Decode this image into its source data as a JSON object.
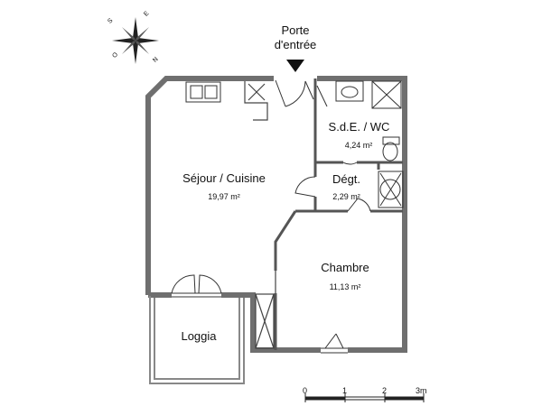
{
  "entrance": {
    "line1": "Porte",
    "line2": "d'entrée"
  },
  "rooms": [
    {
      "name": "Séjour / Cuisine",
      "area": "19,97 m²"
    },
    {
      "name": "S.d.E. / WC",
      "area": "4,24 m²"
    },
    {
      "name": "Dégt.",
      "area": "2,29 m²"
    },
    {
      "name": "Chambre",
      "area": "11,13 m²"
    },
    {
      "name": "Loggia",
      "area": ""
    }
  ],
  "compass": {
    "letters": [
      "S",
      "E",
      "O",
      "N"
    ]
  },
  "scale": {
    "ticks": [
      "0",
      "1",
      "2",
      "3m"
    ]
  },
  "colors": {
    "wall": "#6f6f6f",
    "line": "#333333"
  }
}
